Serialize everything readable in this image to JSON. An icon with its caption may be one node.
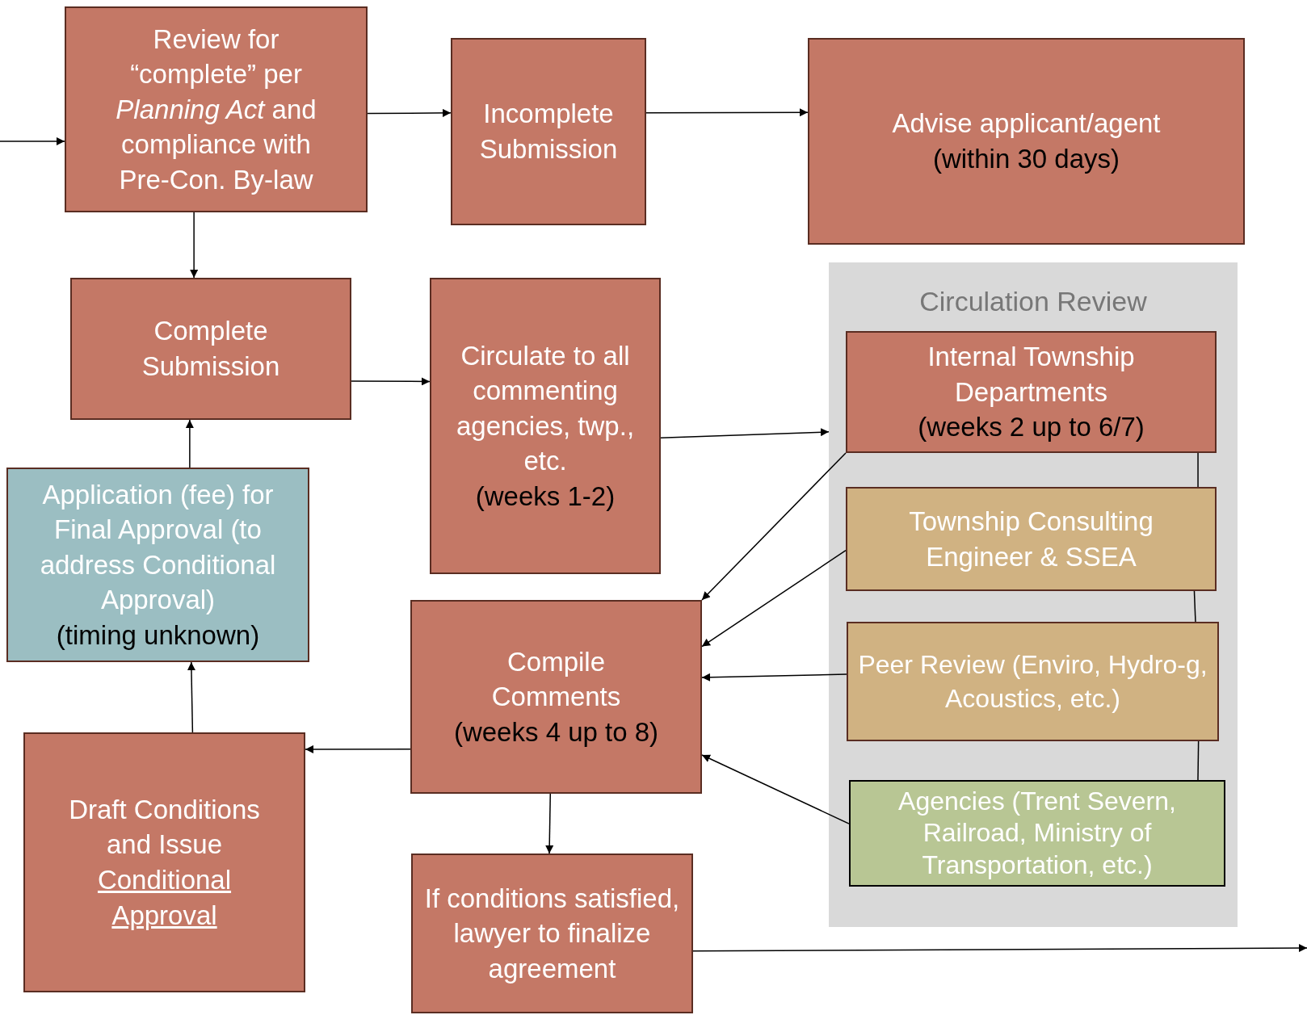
{
  "diagram": {
    "nodes": [
      {
        "text": [
          "Review for “complete” per *Planning Act* and compliance with Pre-Con. By-law"
        ]
      },
      {
        "text": [
          "Incomplete Submission"
        ]
      },
      {
        "text": [
          "Advise applicant/agent",
          "(within 30 days)"
        ]
      },
      {
        "text": [
          "Complete Submission"
        ]
      },
      {
        "text": [
          "Circulate to all commenting agencies, twp., etc.",
          "(weeks 1-2)"
        ]
      },
      {
        "text": [
          "Circulation Review"
        ]
      },
      {
        "text": [
          "Internal Township Departments",
          "(weeks 2 up to 6/7)"
        ],
        "in": 5
      },
      {
        "text": [
          "Township Consulting Engineer & SSEA"
        ],
        "in": 5
      },
      {
        "text": [
          "Peer Review (Enviro, Hydro-g, Acoustics, etc.)"
        ],
        "in": 5
      },
      {
        "text": [
          "Agencies (Trent Severn, Railroad, Ministry of Transportation, etc.)"
        ],
        "in": 5
      },
      {
        "text": [
          "Application (fee) for Final Approval (to address Conditional Approval)",
          "(timing unknown)"
        ]
      },
      {
        "text": [
          "Compile Comments",
          "(weeks 4 up to 8)"
        ]
      },
      {
        "text": [
          "Draft Conditions and Issue",
          "Conditional Approval"
        ]
      },
      {
        "text": [
          "If conditions satisfied, lawyer to finalize agreement"
        ]
      }
    ],
    "edges": [
      {
        "from": null,
        "to": 0,
        "arrow": "to"
      },
      {
        "from": 0,
        "to": 1,
        "arrow": "to"
      },
      {
        "from": 1,
        "to": 2,
        "arrow": "to"
      },
      {
        "from": 0,
        "to": 3,
        "arrow": "to"
      },
      {
        "from": 3,
        "to": 4,
        "arrow": "to"
      },
      {
        "from": 4,
        "to": 5,
        "arrow": "to"
      },
      {
        "from": 6,
        "to": 11,
        "arrow": "to"
      },
      {
        "from": 7,
        "to": 11,
        "arrow": "to"
      },
      {
        "from": 8,
        "to": 11,
        "arrow": "to"
      },
      {
        "from": 9,
        "to": 11,
        "arrow": "to"
      },
      {
        "from": 11,
        "to": 12,
        "arrow": "to"
      },
      {
        "from": 11,
        "to": 13,
        "arrow": "to"
      },
      {
        "from": 12,
        "to": 10,
        "arrow": "to"
      },
      {
        "from": 10,
        "to": 3,
        "arrow": "to"
      },
      {
        "from": 13,
        "to": null,
        "arrow": "to"
      },
      {
        "from": 6,
        "to": 7,
        "arrow": "none"
      },
      {
        "from": 7,
        "to": 8,
        "arrow": "none"
      },
      {
        "from": 8,
        "to": 9,
        "arrow": "none"
      }
    ]
  }
}
